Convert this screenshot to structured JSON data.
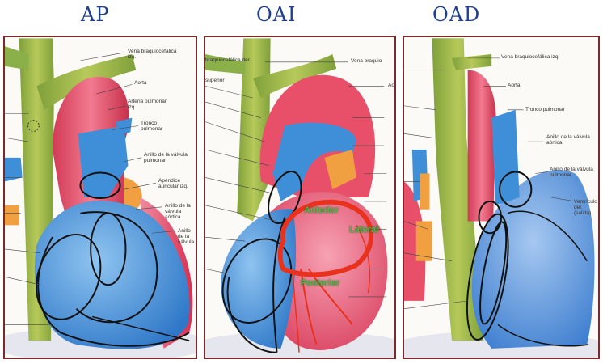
{
  "views": {
    "ap": {
      "title": "AP"
    },
    "oai": {
      "title": "OAI"
    },
    "oad": {
      "title": "OAD"
    }
  },
  "labels": {
    "ap": {
      "vena": "Vena braquiocefálica izq.",
      "aorta": "Aorta",
      "arteria": "Arteria pulmonar izq.",
      "tronco": "Tronco pulmonar",
      "anillo_pulmonar": "Anillo de la válvula pulmonar",
      "apendice": "Apéndice auricular izq.",
      "anillo_aortico": "Anillo de la válvula aórtica",
      "anillo_mitral": "Anillo de la válvula"
    },
    "oai": {
      "vena_der": "braquiocefálica der.",
      "vena_izq": "Vena braquio",
      "superior": "superior",
      "aorta": "Ao"
    },
    "oad": {
      "vena": "Vena braquiocefálica izq.",
      "aorta": "Aorta",
      "tronco": "Tronco pulmonar",
      "anillo_aortico": "Anillo de la válvula aórtica",
      "anillo_pulmonar": "Anillo de la válvula pulmonar",
      "ventriculo": "Ventrículo der. (salida)"
    }
  },
  "annotations": {
    "anterior": "Anterior",
    "lateral": "Lateral",
    "posterior": "Posterior"
  },
  "colors": {
    "title": "#1f3f8f",
    "frame": "#7a2a2a",
    "vein": "#9ab84a",
    "aorta": "#e8506a",
    "ventricle_right": "#3f8fd8",
    "ventricle_left": "#e8587a",
    "coronary": "#e8321e",
    "label_green": "#4fb848"
  }
}
